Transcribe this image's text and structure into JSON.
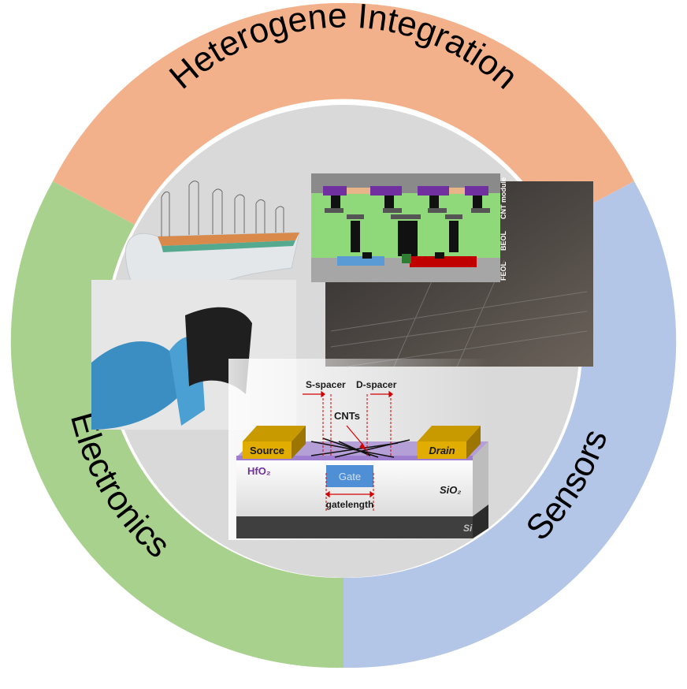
{
  "ring": {
    "top_label": "Heterogene Integration",
    "left_label": "Electronics",
    "right_label": "Sensors",
    "colors": {
      "top": "#f2b18a",
      "left": "#a9d18e",
      "right": "#b4c6e7",
      "center": "#d9d9d9"
    }
  },
  "chip_stack": {
    "layer_labels": [
      "CNT module",
      "BEOL",
      "FEOL"
    ]
  },
  "transistor": {
    "source_label": "Source",
    "drain_label": "Drain",
    "gate_label": "Gate",
    "hfo2_label": "HfO₂",
    "sio2_label": "SiO₂",
    "si_label": "Si",
    "gatelength_label": "gatelength",
    "cnts_label": "CNTs",
    "s_spacer_label": "S-spacer",
    "d_spacer_label": "D-spacer"
  }
}
